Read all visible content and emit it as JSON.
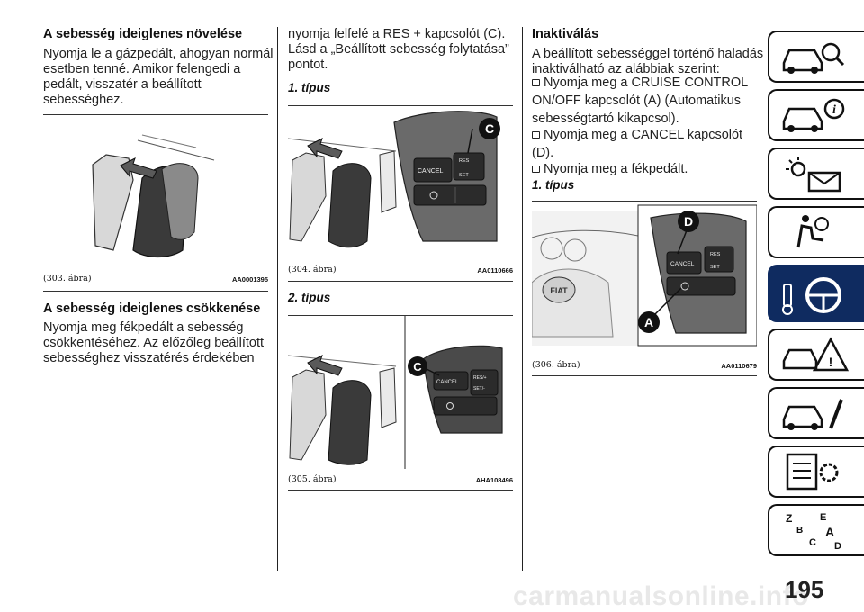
{
  "column1": {
    "heading1": "A sebesség ideiglenes növelése",
    "para1_lines": [
      "Nyomja le a gázpedált, ahogyan normál",
      "esetben tenné. Amikor felengedi a",
      "pedált, visszatér a beállított",
      "sebességhez."
    ],
    "fig303": {
      "label": "(303. ábra)",
      "code": "AA0001395"
    },
    "heading2": "A sebesség ideiglenes csökkenése",
    "para2_lines": [
      "Nyomja meg fékpedált a sebesség",
      "csökkentéséhez. Az előzőleg beállított",
      "sebességhez visszatérés érdekében"
    ]
  },
  "column2": {
    "para_lines": [
      "nyomja felfelé a RES + kapcsolót (C).",
      "Lásd a „Beállított sebesség folytatása”",
      "pontot."
    ],
    "type1_heading": "1. típus",
    "fig304": {
      "label": "(304. ábra)",
      "code": "AA0110666",
      "callout": "C",
      "cancel": "CANCEL",
      "res": "RES",
      "set": "SET"
    },
    "type2_heading": "2. típus",
    "fig305": {
      "label": "(305. ábra)",
      "code": "AHA108496",
      "callout": "C",
      "cancel": "CANCEL",
      "res": "RES/+",
      "set": "SET/-"
    }
  },
  "column3": {
    "heading": "Inaktiválás",
    "intro_lines": [
      "A beállított sebességgel történő haladás",
      "inaktiválható az alábbiak szerint:"
    ],
    "bullet1_lines": [
      "Nyomja meg a CRUISE CONTROL",
      "ON/OFF kapcsolót (A) (Automatikus",
      "sebességtartó kikapcsol)."
    ],
    "bullet2_lines": [
      "Nyomja meg a CANCEL kapcsolót",
      "(D)."
    ],
    "bullet3_lines": [
      "Nyomja meg a fékpedált."
    ],
    "type1_heading": "1. típus",
    "fig306": {
      "label": "(306. ábra)",
      "code": "AA0110679",
      "callout_d": "D",
      "callout_a": "A",
      "cancel": "CANCEL",
      "res": "RES",
      "set": "SET"
    }
  },
  "page_number": "195",
  "watermark": "carmanualsonline.info",
  "colors": {
    "active_tab": "#0f2b60",
    "callout": "#111111"
  }
}
